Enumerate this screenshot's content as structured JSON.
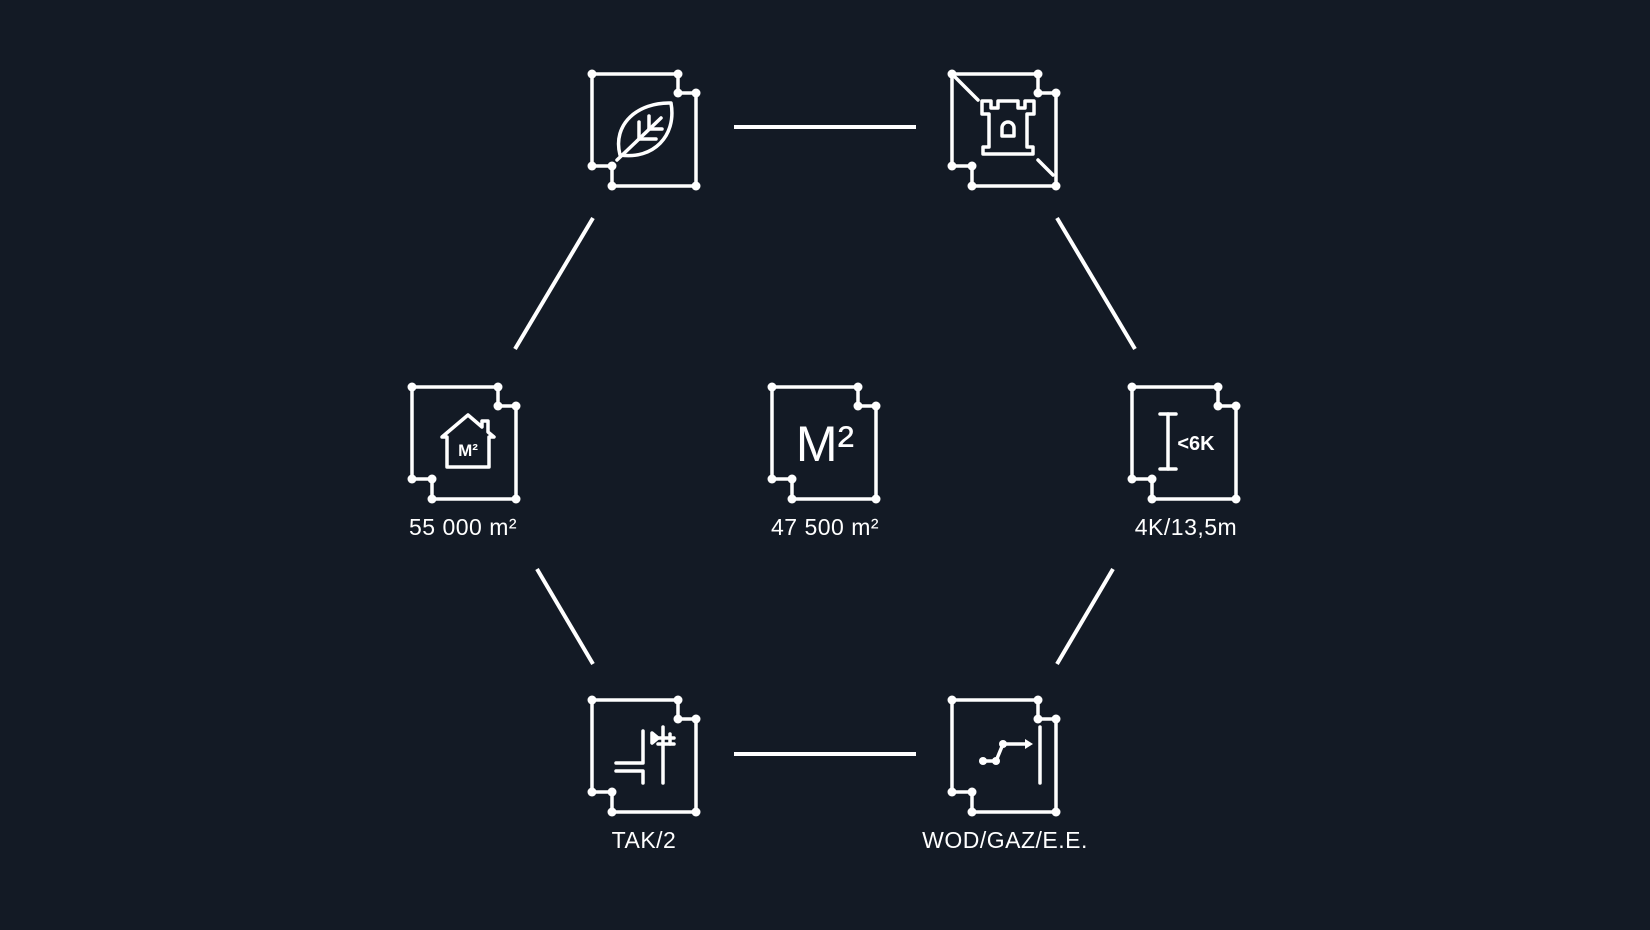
{
  "colors": {
    "background": "#131a25",
    "stroke": "#ffffff"
  },
  "nodes": [
    {
      "id": "leaf",
      "icon": "leaf-icon",
      "label": ""
    },
    {
      "id": "castle",
      "icon": "castle-tower-icon",
      "label": ""
    },
    {
      "id": "house-area",
      "icon": "house-m2-icon",
      "icon_text": "M²",
      "label": "55 000 m²"
    },
    {
      "id": "area",
      "icon": "m2-icon",
      "icon_text": "M²",
      "label": "47 500 m²"
    },
    {
      "id": "height",
      "icon": "height-6k-icon",
      "icon_text": "<6K",
      "label": "4K/13,5m"
    },
    {
      "id": "dock",
      "icon": "loading-dock-icon",
      "label": "TAK/2"
    },
    {
      "id": "utilities",
      "icon": "utilities-connection-icon",
      "label": "WOD/GAZ/E.E."
    }
  ]
}
